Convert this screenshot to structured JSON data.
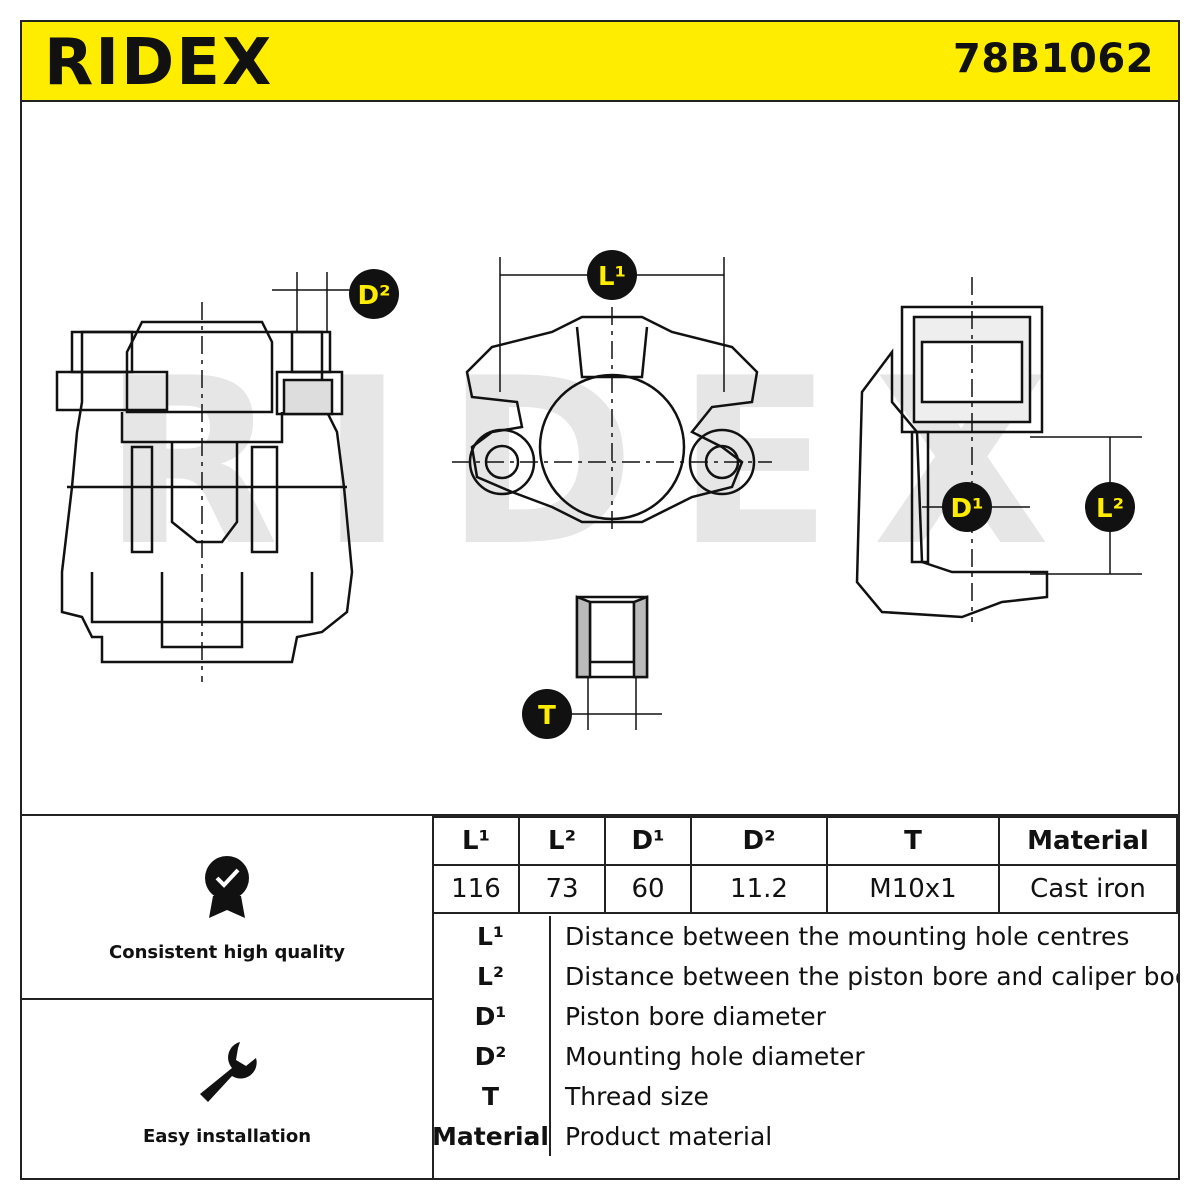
{
  "header": {
    "brand": "RIDEX",
    "part_number": "78B1062",
    "accent_color": "#ffed00"
  },
  "drawing": {
    "watermark": "RIDEX",
    "labels": {
      "d2": "D²",
      "l1": "L¹",
      "d1": "D¹",
      "l2": "L²",
      "t": "T"
    }
  },
  "features": [
    {
      "icon": "quality-badge-icon",
      "label": "Consistent high quality"
    },
    {
      "icon": "wrench-icon",
      "label": "Easy installation"
    }
  ],
  "specs": {
    "headers": [
      "L¹",
      "L²",
      "D¹",
      "D²",
      "T",
      "Material"
    ],
    "values": [
      "116",
      "73",
      "60",
      "11.2",
      "M10x1",
      "Cast iron"
    ]
  },
  "legend": [
    {
      "key": "L¹",
      "desc": "Distance between the mounting hole centres"
    },
    {
      "key": "L²",
      "desc": "Distance between the piston bore and caliper body"
    },
    {
      "key": "D¹",
      "desc": "Piston bore diameter"
    },
    {
      "key": "D²",
      "desc": "Mounting hole diameter"
    },
    {
      "key": "T",
      "desc": "Thread size"
    },
    {
      "key": "Material",
      "desc": "Product material"
    }
  ]
}
